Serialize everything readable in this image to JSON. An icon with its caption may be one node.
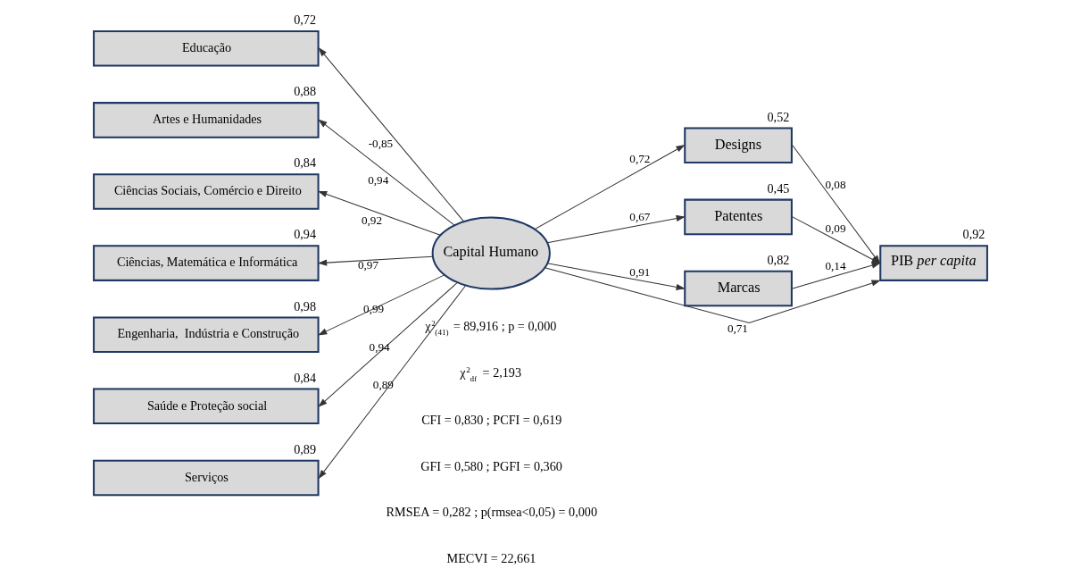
{
  "diagram": {
    "nodes": [
      {
        "text": [
          "Educação"
        ],
        "beside": [
          "0,72"
        ]
      },
      {
        "text": [
          "Artes e Humanidades"
        ],
        "beside": [
          "0,88"
        ]
      },
      {
        "text": [
          "Ciências Sociais, Comércio e Direito"
        ],
        "beside": [
          "0,84"
        ]
      },
      {
        "text": [
          "Ciências, Matemática e Informática"
        ],
        "beside": [
          "0,94"
        ]
      },
      {
        "text": [
          "Engenharia,  Indústria e Construção"
        ],
        "beside": [
          "0,98"
        ]
      },
      {
        "text": [
          "Saúde e Proteção social"
        ],
        "beside": [
          "0,84"
        ]
      },
      {
        "text": [
          "Serviços"
        ],
        "beside": [
          "0,89"
        ]
      },
      {
        "text": [
          "Capital Humano"
        ]
      },
      {
        "text": [
          "Designs"
        ],
        "beside": [
          "0,52"
        ]
      },
      {
        "text": [
          "Patentes"
        ],
        "beside": [
          "0,45"
        ]
      },
      {
        "text": [
          "Marcas"
        ],
        "beside": [
          "0,82"
        ]
      },
      {
        "text": [
          "PIB *per capita*"
        ],
        "beside": [
          "0,92"
        ]
      }
    ],
    "edges": [
      {
        "from": 7,
        "to": 0,
        "arrow": "to",
        "label": "-0,85"
      },
      {
        "from": 7,
        "to": 1,
        "arrow": "to",
        "label": "0,94"
      },
      {
        "from": 7,
        "to": 2,
        "arrow": "to",
        "label": "0,92"
      },
      {
        "from": 7,
        "to": 3,
        "arrow": "to",
        "label": "0,97"
      },
      {
        "from": 7,
        "to": 4,
        "arrow": "to",
        "label": "0,99"
      },
      {
        "from": 7,
        "to": 5,
        "arrow": "to",
        "label": "0,94"
      },
      {
        "from": 7,
        "to": 6,
        "arrow": "to",
        "label": "0,89"
      },
      {
        "from": 7,
        "to": 8,
        "arrow": "to",
        "label": "0,72"
      },
      {
        "from": 7,
        "to": 9,
        "arrow": "to",
        "label": "0,67"
      },
      {
        "from": 7,
        "to": 10,
        "arrow": "to",
        "label": "0,91"
      },
      {
        "from": 8,
        "to": 11,
        "arrow": "to",
        "label": "0,08"
      },
      {
        "from": 9,
        "to": 11,
        "arrow": "to",
        "label": "0,09"
      },
      {
        "from": 10,
        "to": 11,
        "arrow": "to",
        "label": "0,14"
      },
      {
        "from": 7,
        "to": 11,
        "arrow": "to",
        "label": "0,71"
      }
    ],
    "labels": [
      "χ$^{2}$$_{(41)}$ = 89,916 ; p = 0,000",
      "χ$^{2}$$_{df}$ = 2,193",
      "CFI = 0,830 ; PCFI = 0,619",
      "GFI = 0,580 ; PGFI = 0,360",
      "RMSEA = 0,282 ; p(rmsea<0,05) = 0,000",
      "MECVI = 22,661"
    ]
  }
}
